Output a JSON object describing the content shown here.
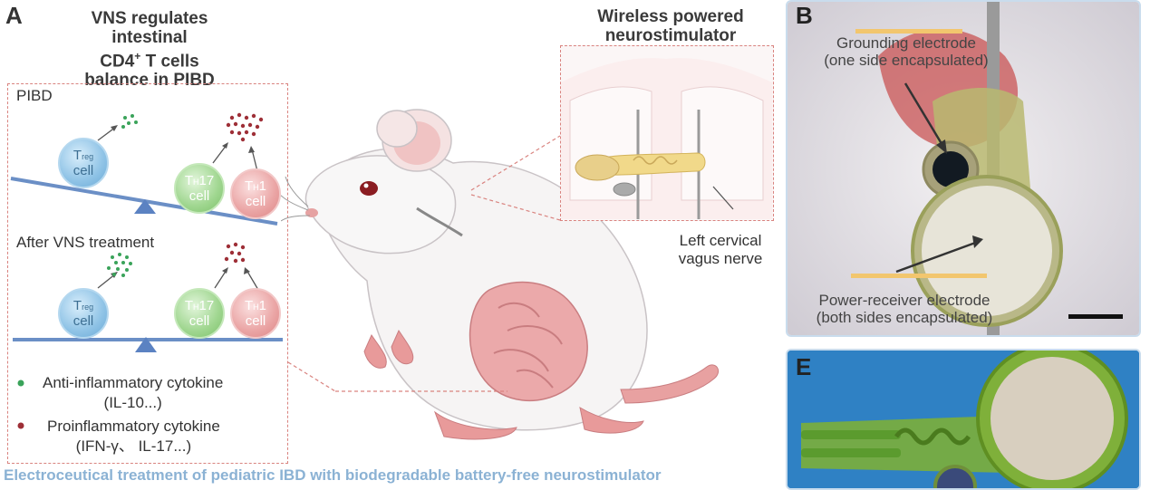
{
  "panel_a": {
    "letter": "A",
    "title_line1": "VNS regulates",
    "title_line2": "intestinal",
    "title_line3": "CD4",
    "title_line3_sup": "+",
    "title_line3_rest": " T cells",
    "title_line4": "balance in PIBD",
    "box_label_top": "PIBD",
    "box_label_bottom": "After VNS treatment",
    "treg_cell_main": "T",
    "treg_cell_sub": "reg",
    "treg_cell_line2": "cell",
    "th17_cell_main": "T",
    "th17_cell_sub": "H",
    "th17_cell_num": "17",
    "th17_cell_line2": "cell",
    "th1_cell_main": "T",
    "th1_cell_sub": "H",
    "th1_cell_num": "1",
    "th1_cell_line2": "cell",
    "legend_anti_line1": "Anti-inflammatory cytokine",
    "legend_anti_line2": "(IL-10...)",
    "legend_pro_line1": "Proinflammatory cytokine",
    "legend_pro_line2": "(IFN-γ、 IL-17...)",
    "stim_title_line1": "Wireless powered",
    "stim_title_line2": "neurostimulator",
    "nerve_label_line1": "Left cervical",
    "nerve_label_line2": "vagus nerve",
    "caption": "Electroceutical treatment of pediatric IBD with biodegradable battery-free neurostimulator"
  },
  "panel_b": {
    "letter": "B",
    "ground_label_line1": "Grounding electrode",
    "ground_label_line2": "(one side encapsulated)",
    "power_label_line1": "Power-receiver electrode",
    "power_label_line2": "(both sides encapsulated)"
  },
  "panel_e": {
    "letter": "E"
  },
  "colors": {
    "anti_dot": "#3aa35a",
    "pro_dot": "#9e2f37",
    "seesaw": "#6b8fc6",
    "caption": "#8bb2d4"
  }
}
